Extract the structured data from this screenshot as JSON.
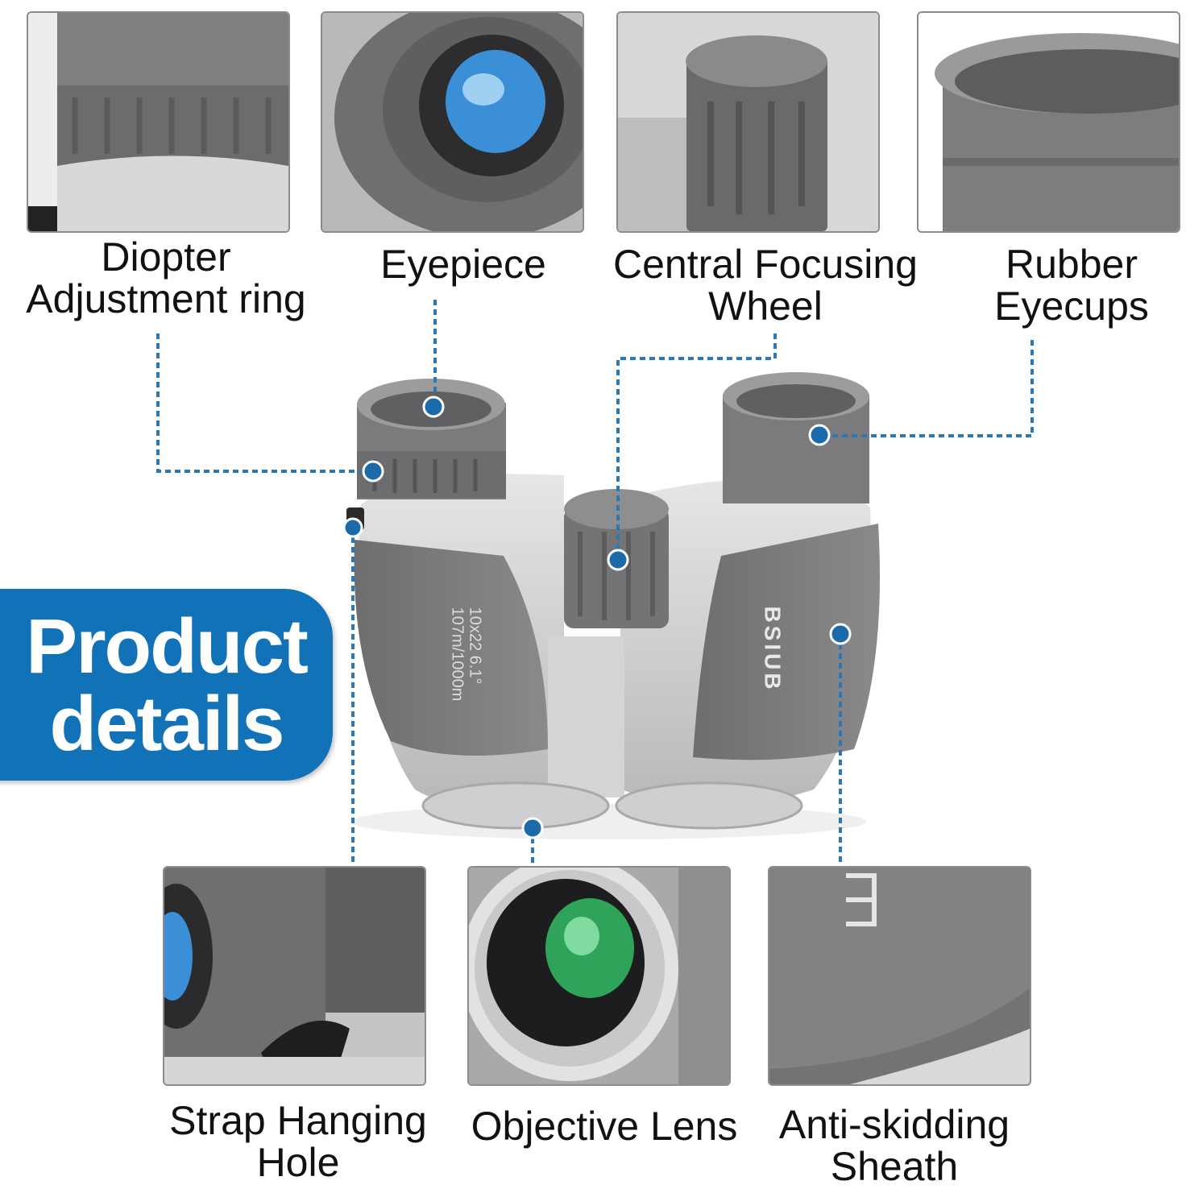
{
  "features": [
    {
      "id": "diopter",
      "lines": [
        "Diopter",
        "Adjustment ring"
      ]
    },
    {
      "id": "eyepiece",
      "lines": [
        "Eyepiece"
      ]
    },
    {
      "id": "focus",
      "lines": [
        "Central Focusing",
        "Wheel"
      ]
    },
    {
      "id": "eyecups",
      "lines": [
        "Rubber",
        "Eyecups"
      ]
    },
    {
      "id": "strap",
      "lines": [
        "Strap Hanging",
        "Hole"
      ]
    },
    {
      "id": "objective",
      "lines": [
        "Objective Lens"
      ]
    },
    {
      "id": "sheath",
      "lines": [
        "Anti-skidding",
        "Sheath"
      ]
    }
  ],
  "badge": {
    "line1": "Product",
    "line2": "details"
  },
  "product_print": {
    "spec_line1": "10x22 6.1°",
    "spec_line2": "107m/1000m",
    "brand": "BSIUB"
  },
  "colors": {
    "accent": "#1172b8",
    "leader_line": "#2a78b5",
    "rubber": "#7d7d7f",
    "silver": "#c9c9cb",
    "lens_blue": "#3a8fd6",
    "lens_green": "#2fa35a"
  }
}
